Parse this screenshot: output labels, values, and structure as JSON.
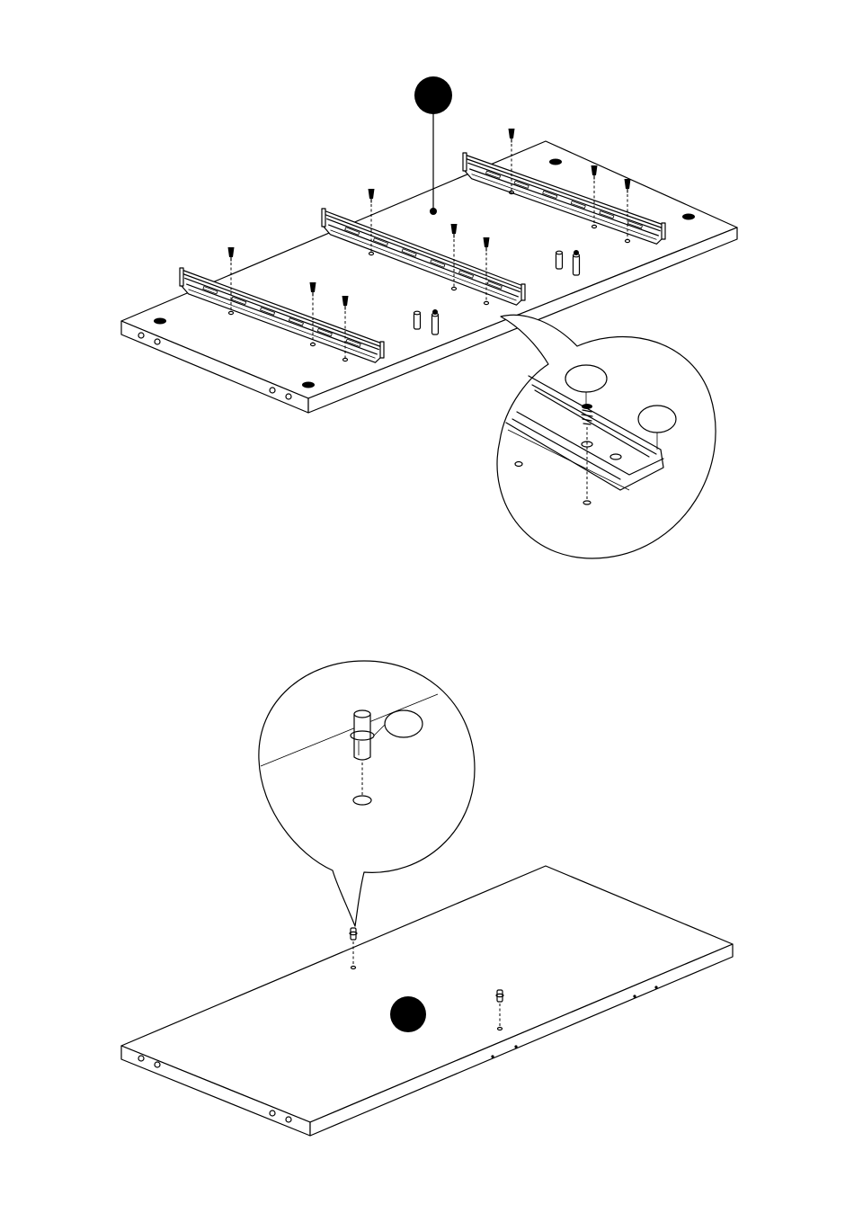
{
  "diagram": {
    "steps": [
      {
        "name": "step-top",
        "marker": "filled-circle-callout",
        "label": ""
      },
      {
        "name": "step-bottom",
        "marker": "filled-circle",
        "label": ""
      }
    ],
    "detail_views": [
      {
        "name": "rail-screw-detail",
        "blank_callouts": 2
      },
      {
        "name": "dowel-pin-detail",
        "blank_callouts": 1
      }
    ],
    "parts": {
      "rails": 3,
      "screws_per_rail": 3,
      "dowels_top_panel": 4,
      "dowels_bottom_panel": 2
    },
    "colors": {
      "ink": "#000000",
      "paper": "#ffffff"
    }
  }
}
